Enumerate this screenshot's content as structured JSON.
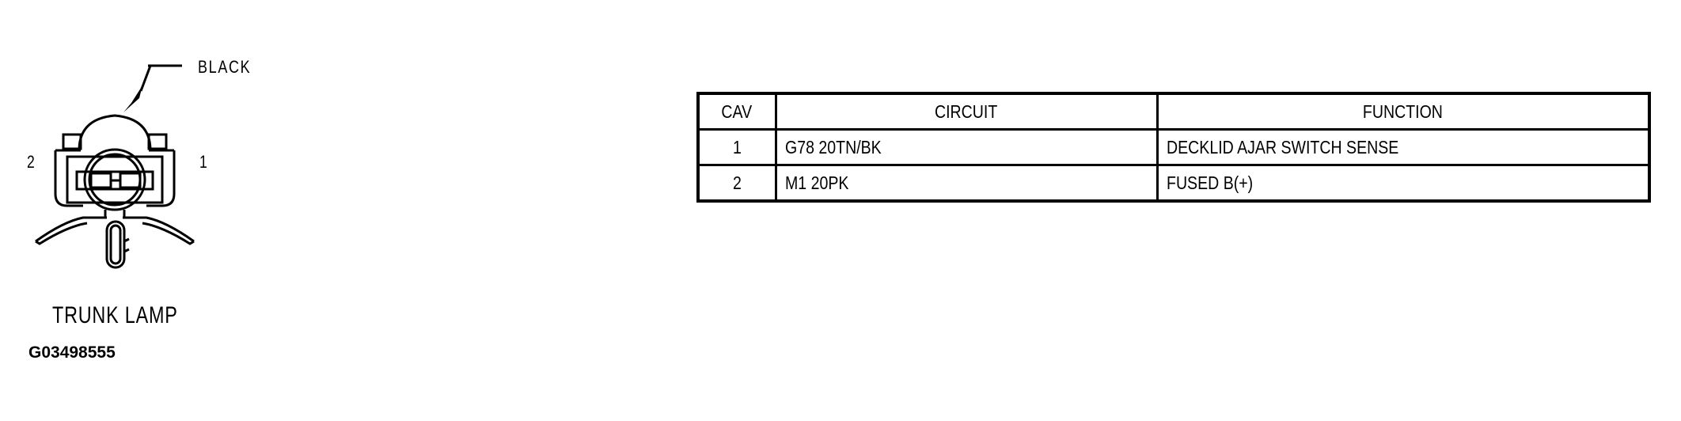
{
  "diagram": {
    "connector_color_label": "BLACK",
    "pin_labels": [
      "2",
      "1"
    ],
    "caption": "TRUNK LAMP",
    "figure_id": "G03498555"
  },
  "table": {
    "headers": [
      "CAV",
      "CIRCUIT",
      "FUNCTION"
    ],
    "rows": [
      {
        "cav": "1",
        "circuit": "G78 20TN/BK",
        "function": "DECKLID AJAR SWITCH SENSE"
      },
      {
        "cav": "2",
        "circuit": "M1 20PK",
        "function": "FUSED B(+)"
      }
    ]
  }
}
